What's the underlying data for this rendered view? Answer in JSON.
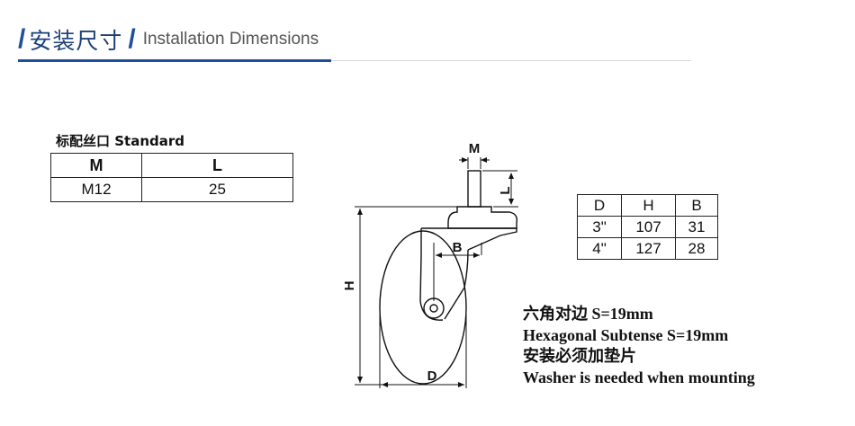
{
  "header": {
    "title_cn": "安装尺寸",
    "title_en": "Installation Dimensions"
  },
  "standard_table": {
    "label": "标配丝口 Standard",
    "headers": [
      "M",
      "L"
    ],
    "rows": [
      [
        "M12",
        "25"
      ]
    ]
  },
  "dims_table": {
    "headers": [
      "D",
      "H",
      "B"
    ],
    "rows": [
      [
        "3\"",
        "107",
        "31"
      ],
      [
        "4\"",
        "127",
        "28"
      ]
    ]
  },
  "drawing": {
    "label_m": "M",
    "label_l": "L",
    "label_b": "B",
    "label_h": "H",
    "label_d": "D"
  },
  "notes": [
    "六角对边 S=19mm",
    "Hexagonal Subtense S=19mm",
    "安装必须加垫片",
    "Washer is needed when mounting"
  ],
  "colors": {
    "accent": "#1f4e9c",
    "rule": "#d8d8d8",
    "ink": "#111111"
  }
}
